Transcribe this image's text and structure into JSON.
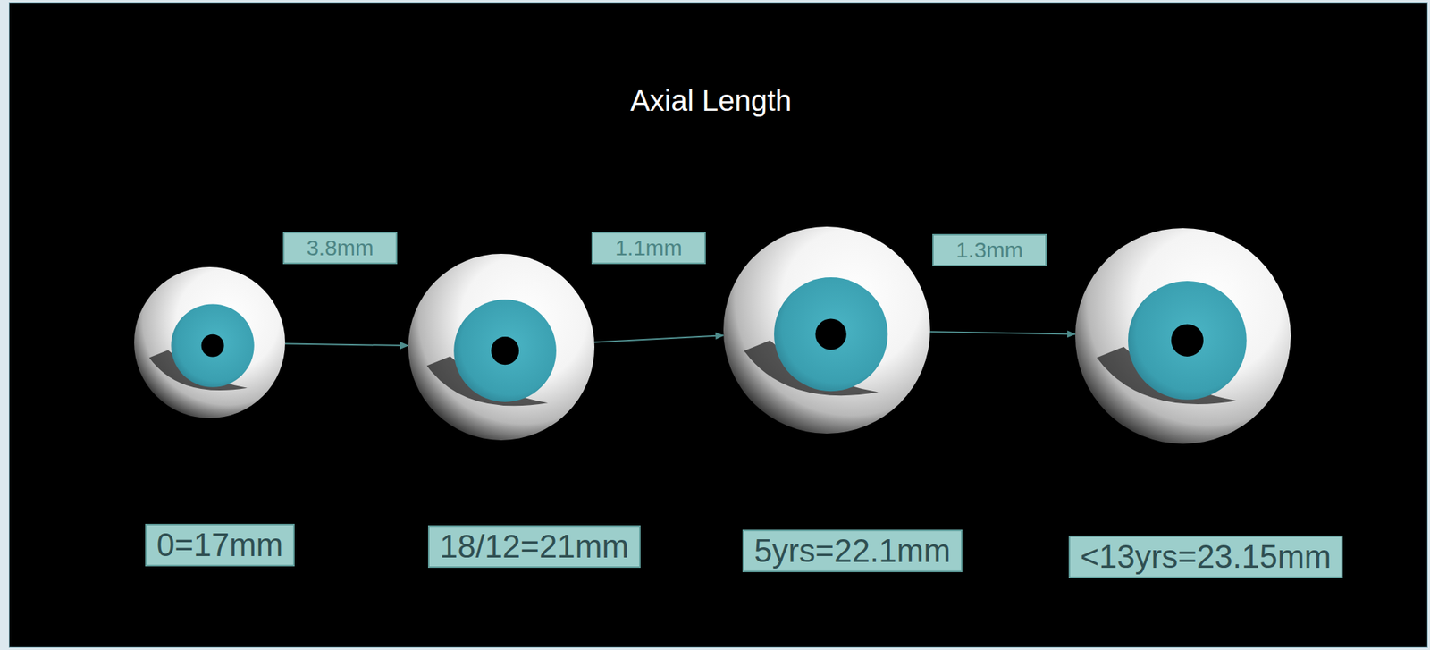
{
  "diagram": {
    "title": "Axial Length",
    "nodes": [
      {
        "text": [
          "0=17mm"
        ]
      },
      {
        "text": [
          "18/12=21mm"
        ]
      },
      {
        "text": [
          "5yrs=22.1mm"
        ]
      },
      {
        "text": [
          "<13yrs=23.15mm"
        ]
      }
    ],
    "edges": [
      {
        "from": 0,
        "to": 1,
        "arrow": "to",
        "label": "3.8mm"
      },
      {
        "from": 1,
        "to": 2,
        "arrow": "to",
        "label": "1.1mm"
      },
      {
        "from": 2,
        "to": 3,
        "arrow": "to",
        "label": "1.3mm"
      }
    ]
  }
}
